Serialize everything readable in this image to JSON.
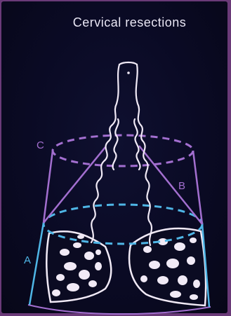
{
  "title": "Cervical resections",
  "labels": {
    "a": "A",
    "b": "B",
    "c": "C"
  },
  "colors": {
    "background": "#0a0a24",
    "border": "#6a3a78",
    "purple_lines": "#a36fd0",
    "cyan_lines": "#4fb6e6",
    "white_strands": "#f1eaf6",
    "title_text": "#e9e6f4"
  }
}
